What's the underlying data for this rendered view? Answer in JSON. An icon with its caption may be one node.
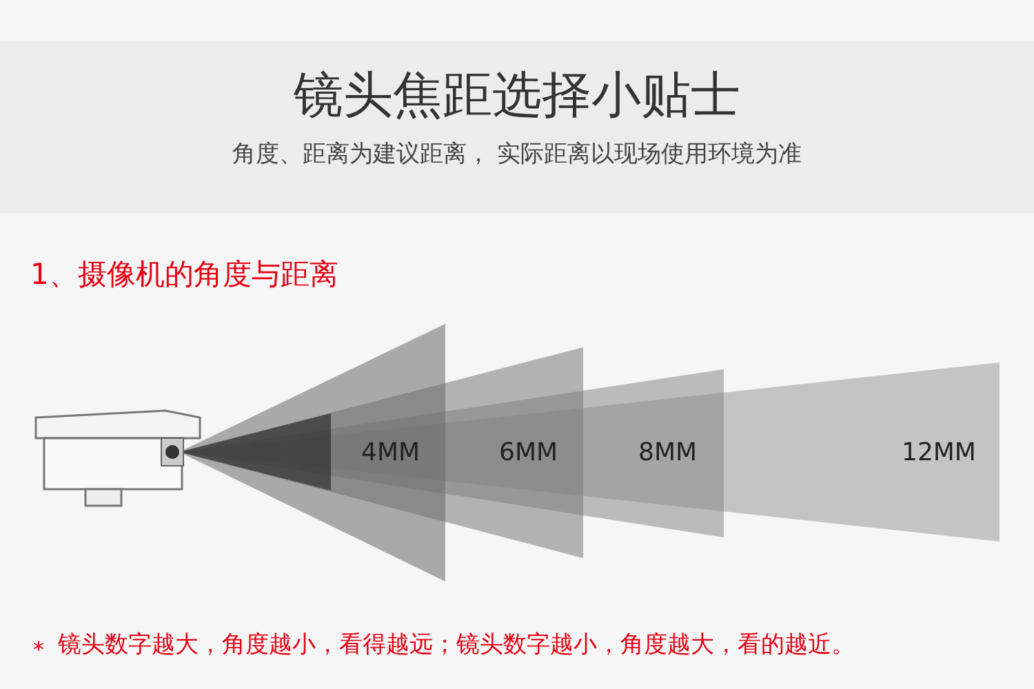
{
  "diagram": {
    "title": "镜头焦距选择小贴士",
    "caption": "角度、距离为建议距离， 实际距离以现场使用环境为准",
    "labels": [
      "1、摄像机的角度与距离",
      "4MM",
      "6MM",
      "8MM",
      "12MM",
      "*",
      "镜头数字越大，角度越小，看得越远；镜头数字越小，角度越大，看的越近。"
    ]
  }
}
